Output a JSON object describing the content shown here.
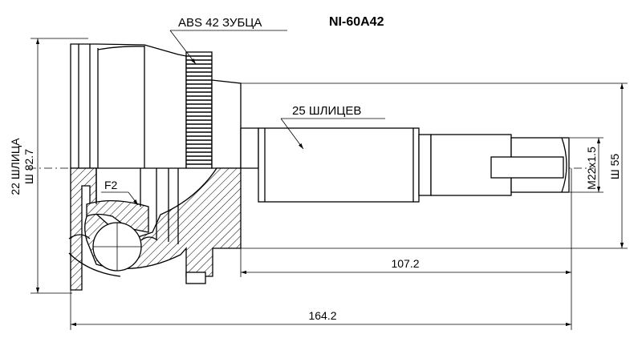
{
  "part_number": "NI-60A42",
  "abs_label": "ABS 42 ЗУБЦА",
  "outer_splines_label": "25 ШЛИЦЕВ",
  "inner_splines_label": "22 ШЛИЦА",
  "outer_diameter_label": "Ш 82.7",
  "thread_label": "M22x1.5",
  "shaft_diameter_label": "Ш 55",
  "section_label": "F2",
  "shaft_length": "107.2",
  "total_length": "164.2"
}
